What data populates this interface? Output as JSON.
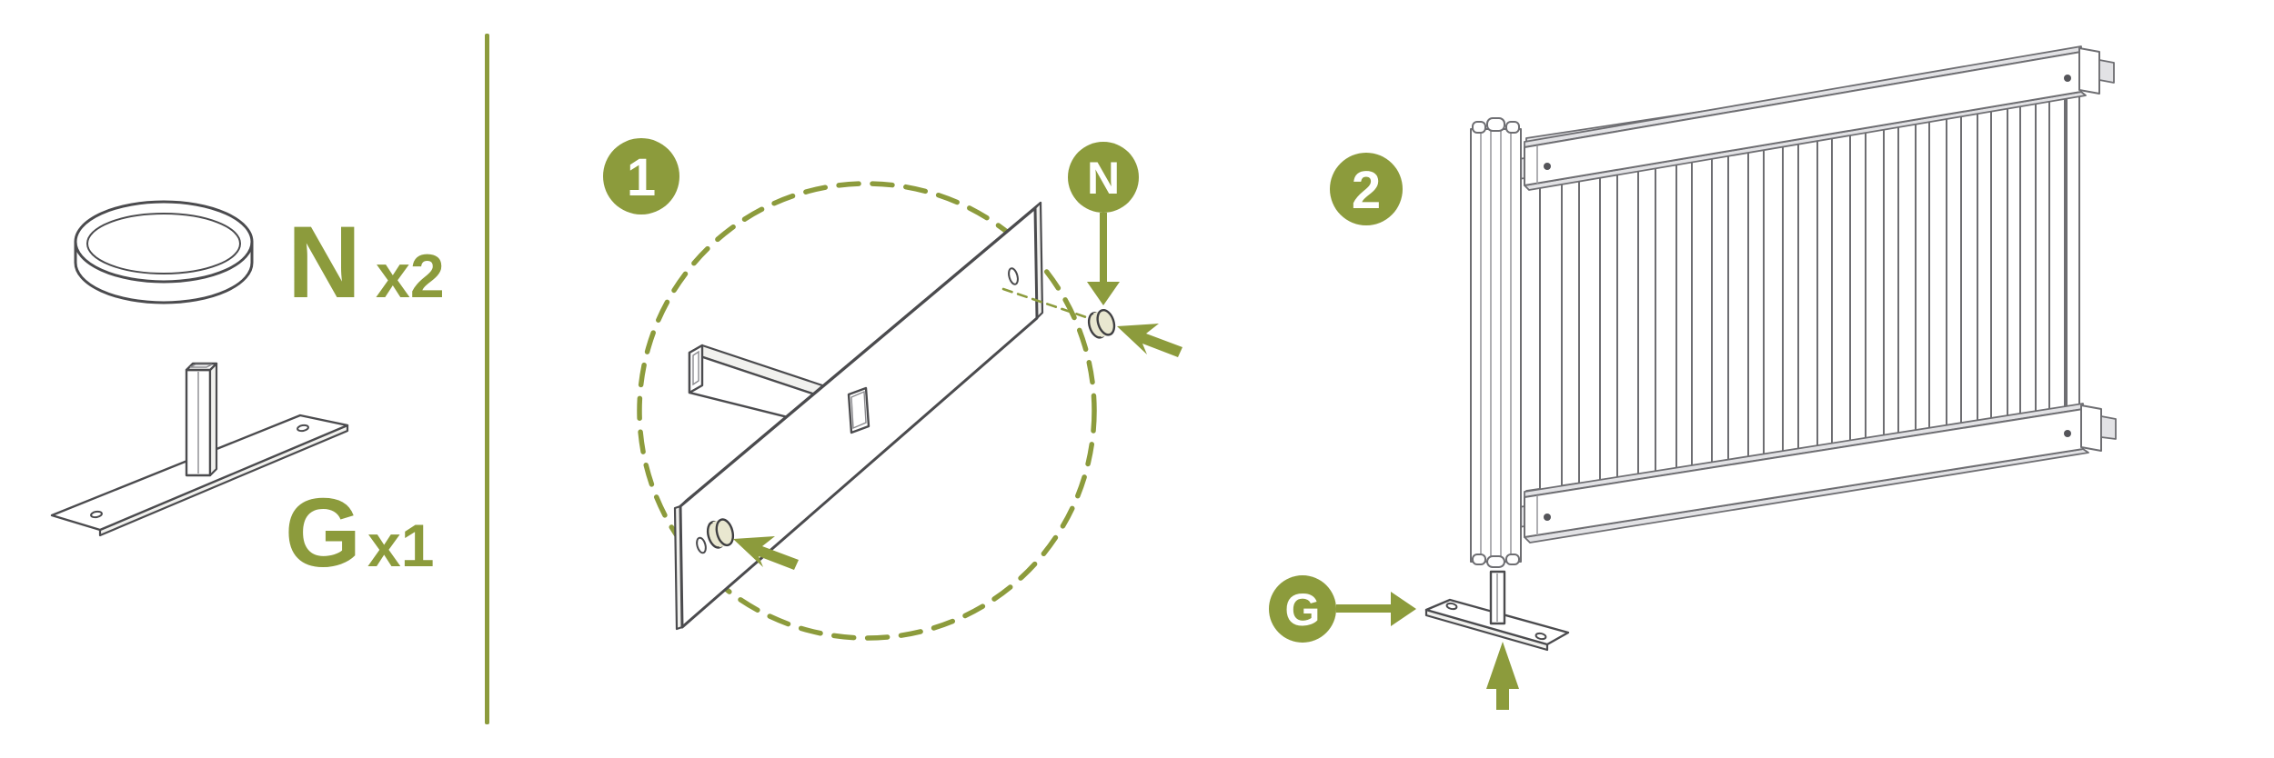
{
  "doc": {
    "kind": "assembly-instruction-diagram",
    "background": "#ffffff"
  },
  "palette": {
    "olive": "#8c9b3c",
    "ink": "#4b4b4e",
    "fence_gray": "#6e6e72",
    "cap_cream": "#e9e7d0",
    "white": "#ffffff"
  },
  "parts_panel": {
    "parts": [
      {
        "code": "N",
        "qty": "x2",
        "part_name": "round-post-cap"
      },
      {
        "code": "G",
        "qty": "x1",
        "part_name": "ground-anchor-plate"
      }
    ]
  },
  "step1": {
    "number": "1",
    "callout_code": "N",
    "description_visual": "insert two N caps into holes of crossbar board"
  },
  "step2": {
    "number": "2",
    "callout_code": "G",
    "description_visual": "slide G ground plate spike up into bottom of fence post"
  }
}
